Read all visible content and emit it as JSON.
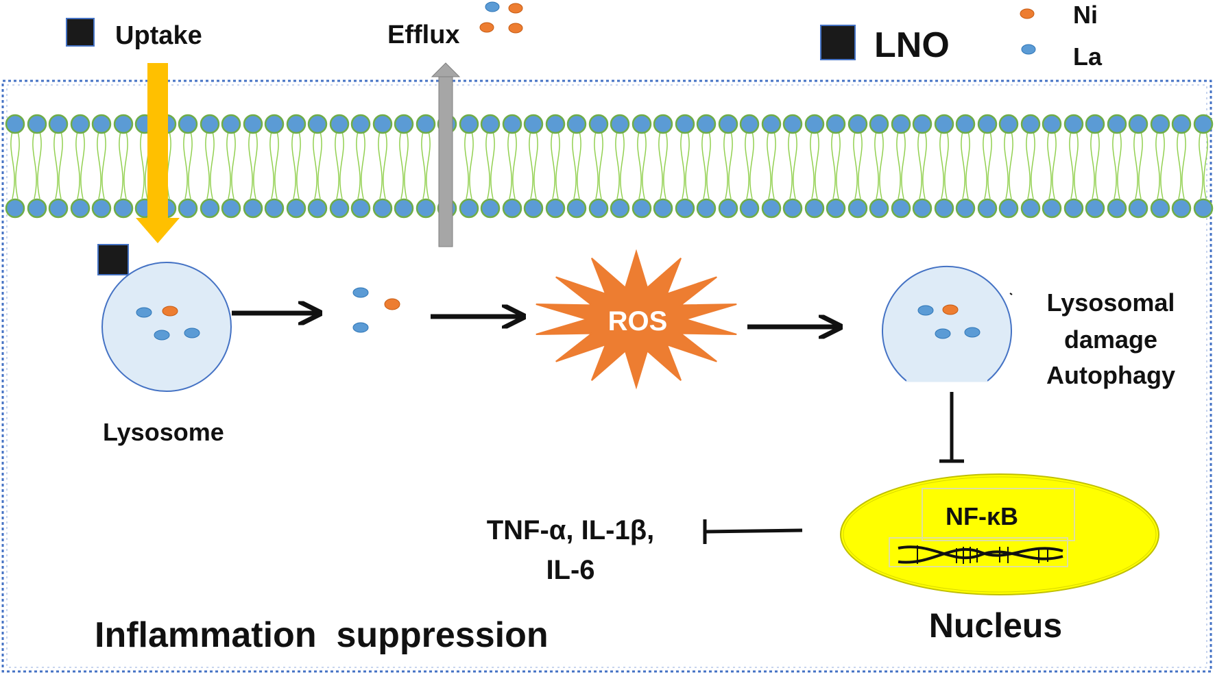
{
  "legend": {
    "uptake_label": "Uptake",
    "efflux_label": "Efflux",
    "lno_label": "LNO",
    "ni_label": "Ni",
    "la_label": "La"
  },
  "labels": {
    "lysosome": "Lysosome",
    "ros": "ROS",
    "lysosomal_line1": "Lysosomal",
    "lysosomal_line2": "damage",
    "lysosomal_line3": "Autophagy",
    "nfkb": "NF-κB",
    "cytokines_line1": "TNF-α, IL-1β,",
    "cytokines_line2": "IL-6",
    "nucleus": "Nucleus",
    "inflammation": "Inflammation  suppression"
  },
  "colors": {
    "ni_particle": "#ED7D31",
    "la_particle": "#5B9BD5",
    "lno_square": "#1a1a1a",
    "membrane_head": "#5B9BD5",
    "membrane_head_stroke": "#70AD47",
    "tail": "#92D050",
    "uptake_arrow": "#FFC000",
    "efflux_arrow": "#A6A6A6",
    "ros_burst": "#ED7D31",
    "lysosome_fill": "#DEEBF7",
    "lysosome_stroke": "#4472C4",
    "nucleus_fill": "#FFFF00",
    "cell_border": "#4472C4"
  }
}
